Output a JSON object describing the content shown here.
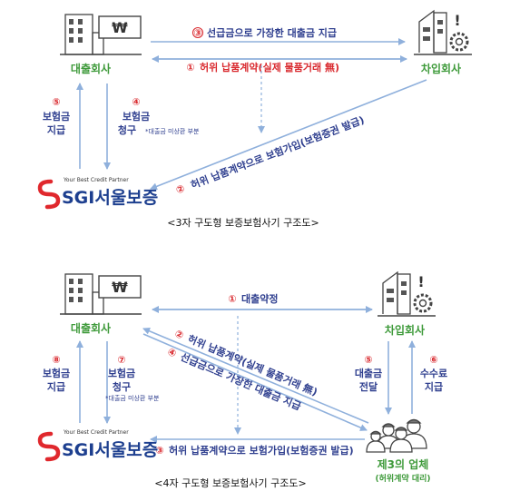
{
  "diagram1": {
    "lender": "대출회사",
    "borrower": "차입회사",
    "sgi_tagline": "Your Best Credit Partner",
    "sgi_brand": "SGI서울보증",
    "step3_num": "③",
    "step3_text": "선급금으로 가장한 대출금 지급",
    "step1_num": "①",
    "step1_text": "허위 납품계약(실제 물품거래 無)",
    "step2_num": "②",
    "step2_text": "허위 납품계약으로 보험가입(보험증권 발급)",
    "step5_num": "⑤",
    "step5_line1": "보험금",
    "step5_line2": "지급",
    "step4_num": "④",
    "step4_line1": "보험금",
    "step4_line2": "청구",
    "step4_note": "*대출금 미상환 부분",
    "caption": "<3자 구도형 보증보험사기 구조도>"
  },
  "diagram2": {
    "lender": "대출회사",
    "borrower": "차입회사",
    "third_party": "제3의 업체",
    "third_party_sub": "(허위계약 대리)",
    "sgi_tagline": "Your Best Credit Partner",
    "sgi_brand": "SGI서울보증",
    "step1_num": "①",
    "step1_text": "대출약정",
    "step2_num": "②",
    "step2_text": "허위 납품계약(실제 물품거래 無)",
    "step4_num": "④",
    "step4_text": "선급금으로 가장한 대출금 지급",
    "step3_num": "③",
    "step3_text": "허위 납품계약으로 보험가입(보험증권 발급)",
    "step8_num": "⑧",
    "step8_line1": "보험금",
    "step8_line2": "지급",
    "step7_num": "⑦",
    "step7_line1": "보험금",
    "step7_line2": "청구",
    "step7_note": "*대출금 미상환 부분",
    "step5_num": "⑤",
    "step5_line1": "대출금",
    "step5_line2": "전달",
    "step6_num": "⑥",
    "step6_line1": "수수료",
    "step6_line2": "지급",
    "caption": "<4자 구도형 보증보험사기 구조도>"
  },
  "colors": {
    "arrow": "#8fb0dc",
    "green_label": "#3e9a3a",
    "red_number": "#d9292e",
    "blue_text": "#2f3f8f",
    "sgi_blue": "#1d3f8f",
    "sgi_red": "#e0282d"
  },
  "icons": [
    "building-won-icon",
    "factory-gear-icon",
    "sgi-logo-icon",
    "workers-group-icon"
  ]
}
